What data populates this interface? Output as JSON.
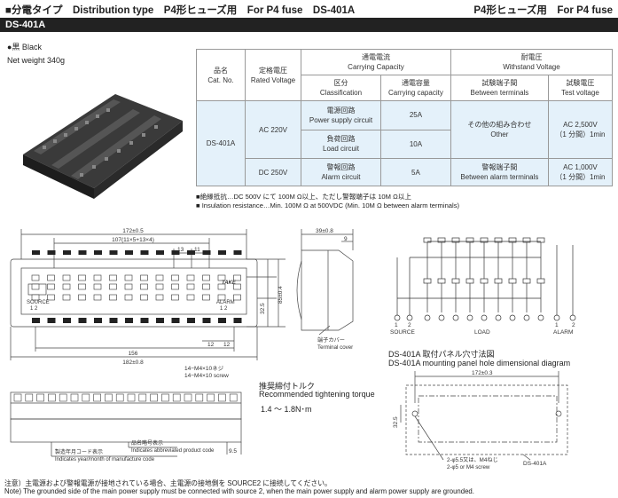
{
  "header": {
    "left": "■分電タイプ　Distribution type　P4形ヒューズ用　For P4 fuse　DS-401A",
    "right": "P4形ヒューズ用　For P4 fuse"
  },
  "model_bar": "DS-401A",
  "color": "●黒 Black",
  "weight": "Net weight 340g",
  "table": {
    "cat_jp": "品名",
    "cat_en": "Cat. No.",
    "rv_jp": "定格電圧",
    "rv_en": "Rated Voltage",
    "cc_jp": "通電電流",
    "cc_en": "Carrying Capacity",
    "wv_jp": "耐電圧",
    "wv_en": "Withstand Voltage",
    "cls_jp": "区分",
    "cls_en": "Classification",
    "cap_jp": "通電容量",
    "cap_en": "Carrying capacity",
    "bt_jp": "試験端子間",
    "bt_en": "Between terminals",
    "tv_jp": "試験電圧",
    "tv_en": "Test voltage",
    "model": "DS-401A",
    "ac": "AC 220V",
    "dc": "DC 250V",
    "r1_jp": "電源回路",
    "r1_en": "Power supply circuit",
    "r1_cap": "25A",
    "r2_jp": "負荷回路",
    "r2_en": "Load circuit",
    "r2_cap": "10A",
    "r3_jp": "警報回路",
    "r3_en": "Alarm circuit",
    "r3_cap": "5A",
    "o_jp": "その他の組み合わせ",
    "o_en": "Other",
    "o_v1": "AC 2,500V",
    "o_v2": "（1 分間）1min",
    "a_jp": "警報端子間",
    "a_en": "Between alarm terminals",
    "a_v1": "AC 1,000V",
    "a_v2": "（1 分間）1min"
  },
  "ins_jp": "■絶縁抵抗…DC 500V にて 100M Ω以上、ただし警報端子は 10M Ω以上",
  "ins_en": "■ Insulation resistance…Min. 100M Ω at 500VDC (Min. 10M Ω between alarm terminals)",
  "dims": {
    "w172": "172±0.5",
    "w107": "107(11×5+13×4)",
    "d13": "13",
    "d11": "11",
    "d12a": "12",
    "d12b": "12",
    "w156": "156",
    "w182": "182±0.8",
    "h325": "32.5",
    "h85": "85±0.4",
    "h39": "39±0.8",
    "h9": "9",
    "screw_jp": "14−M4×10ネジ",
    "screw_en": "14−M4×10 screw",
    "cover_jp": "端子カバー",
    "cover_en": "Terminal cover",
    "src": "SOURCE",
    "src12": "1  2",
    "alm": "ALARM",
    "alm12": "1  2",
    "brand": "TAKE",
    "d95": "9.5",
    "panel172": "172±0.3",
    "panel325": "32.5"
  },
  "torque": {
    "jp": "推奨締付トルク",
    "en": "Recommended tightening torque",
    "val": "1.4 ～ 1.8N･m"
  },
  "circuit": {
    "s1": "1",
    "s2": "2",
    "source": "SOURCE",
    "load": "LOAD",
    "a1": "1",
    "a2": "2",
    "alarm": "ALARM"
  },
  "panel": {
    "jp": "DS-401A 取付パネル穴寸法図",
    "en": "DS-401A mounting panel hole dimensional diagram",
    "hole_jp": "2-φ5.5又は、M4ねじ",
    "hole_en": "2-φ5 or M4 screw",
    "label": "DS-401A"
  },
  "bottom": {
    "code_jp": "製造年月コード表示",
    "code_en": "Indicates year/month of manufacture code",
    "prod_jp": "品名略号表示",
    "prod_en": "Indicates abbreviated product code"
  },
  "note_jp": "注意）主電源および警報電源が接地されている場合、主電源の接地側を SOURCE2 に接続してください。",
  "note_en": "Note) The grounded side of the main power supply must be connected with source 2, when the main power supply and alarm power supply are grounded."
}
